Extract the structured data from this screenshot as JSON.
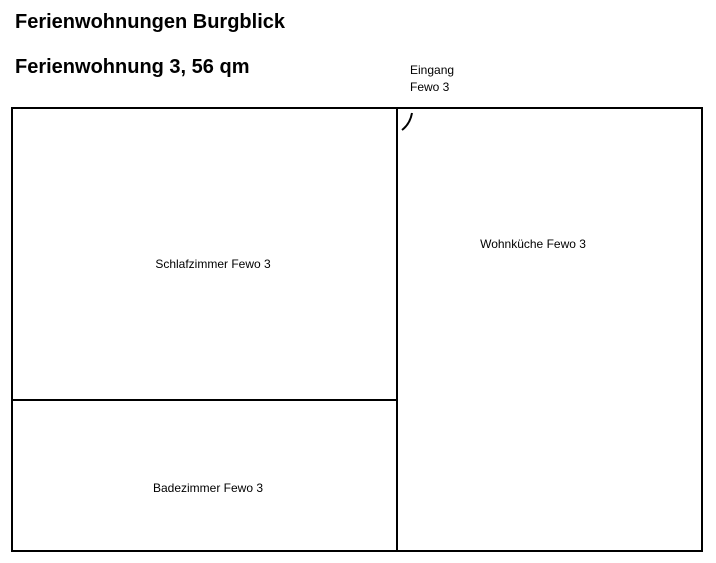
{
  "header": {
    "title": "Ferienwohnungen Burgblick",
    "subtitle": "Ferienwohnung 3, 56 qm"
  },
  "entrance": {
    "line1": "Eingang",
    "line2": "Fewo 3"
  },
  "rooms": {
    "bedroom": "Schlafzimmer Fewo 3",
    "bathroom": "Badezimmer Fewo 3",
    "kitchen_living": "Wohnküche Fewo 3"
  },
  "colors": {
    "line": "#000000",
    "background": "#ffffff"
  }
}
